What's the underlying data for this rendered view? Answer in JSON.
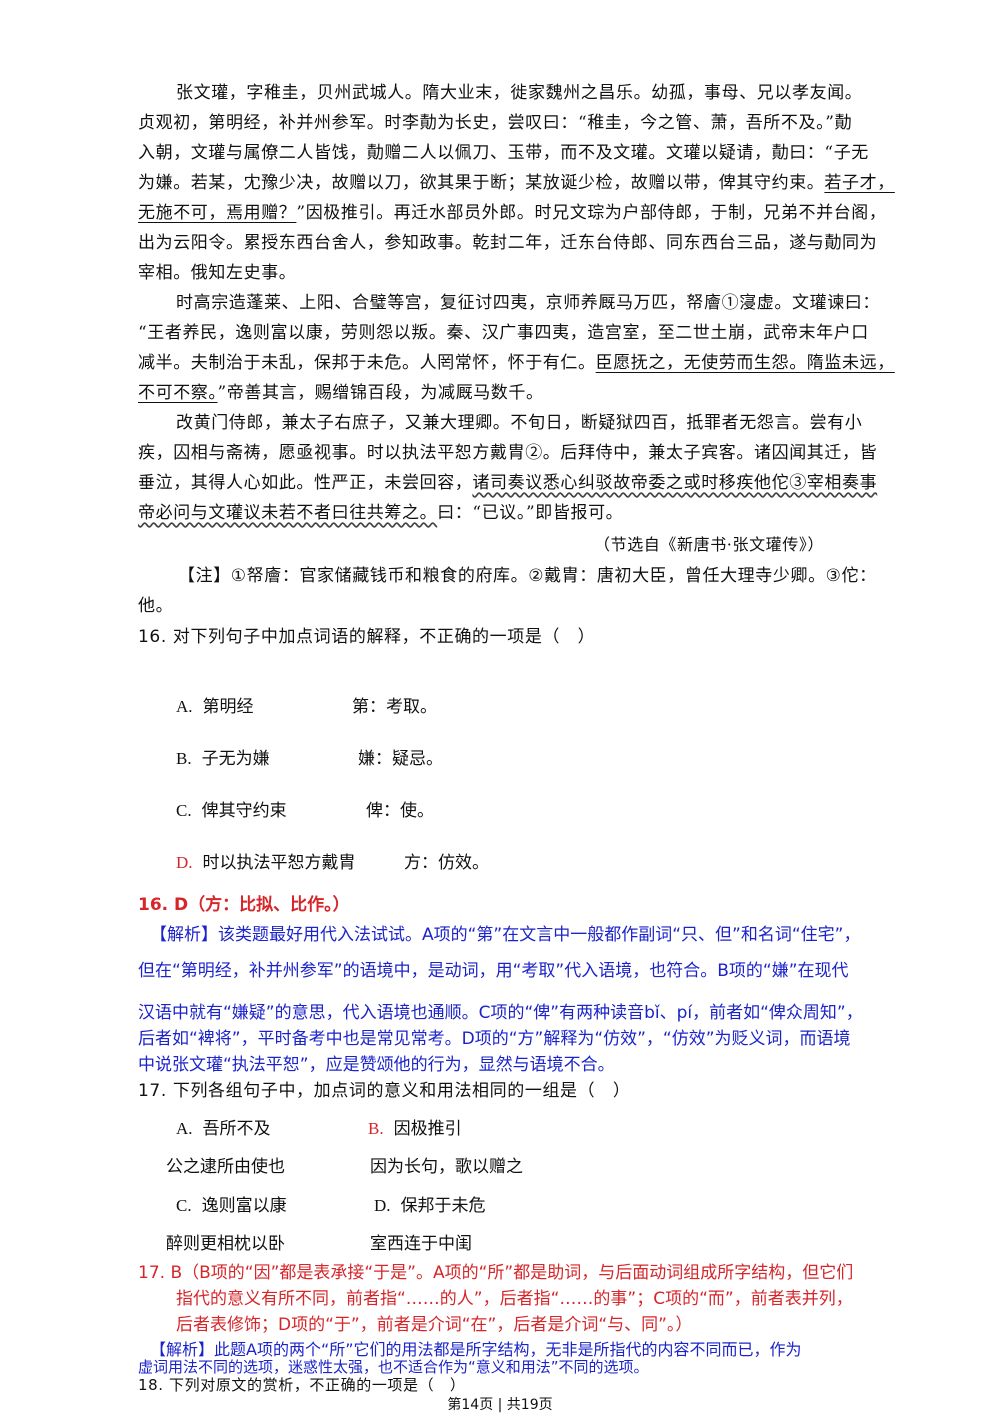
{
  "passage": {
    "l1": "张文瓘，字稚圭，贝州武城人。隋大业末，徙家魏州之昌乐。幼孤，事母、兄以孝友闻。",
    "l2": "贞观初，第明经，补并州参军。时李勣为长史，尝叹曰：“稚圭，今之管、萧，吾所不及。”勣",
    "l3": "入朝，文瓘与属僚二人皆饯，勣赠二人以佩刀、玉带，而不及文瓘。文瓘以疑请，勣曰：“子无",
    "l4": "为嫌。若某，冘豫少决，故赠以刀，欲其果于断；某放诞少检，故赠以带，俾其守约束。",
    "l4u": "若子才，",
    "l5u": "无施不可，焉用赠？",
    "l5": "”因极推引。再迁水部员外郎。时兄文琮为户部侍郎，于制，兄弟不并台阁，",
    "l6": "出为云阳令。累授东西台舍人，参知政事。乾封二年，迁东台侍郎、同东西台三品，遂与勣同为",
    "l7": "宰相。俄知左史事。",
    "l8": "时高宗造蓬莱、上阳、合璧等宫，复征讨四夷，京师养厩马万匹，帑廥①寖虚。文瓘谏曰：",
    "l9": "“王者养民，逸则富以康，劳则怨以叛。秦、汉广事四夷，造宫室，至二世土崩，武帝末年户口",
    "l10": "减半。夫制治于未乱，保邦于未危。人罔常怀，怀于有仁。",
    "l10u": "臣愿抚之，无使劳而生怨。隋监未远，",
    "l11u": "不可不察。",
    "l11": "”帝善其言，赐缯锦百段，为减厩马数千。",
    "l12": "改黄门侍郎，兼太子右庶子，又兼大理卿。不旬日，断疑狱四百，抵罪者无怨言。尝有小",
    "l13": "疾，囚相与斋祷，愿亟视事。时以执法平恕方戴胄②。后拜侍中，兼太子宾客。诸囚闻其迁，皆",
    "l14": "垂泣，其得人心如此。性严正，未尝回容，",
    "l14w": "诸司奏议悉心纠驳故帝委之或时移疾他佗③宰相奏事",
    "l15w": "帝必问与文瓘议未若不者曰往共筹之。",
    "l15": "曰：“已议。”即皆报可。",
    "source": "（节选自《新唐书·张文瓘传》）"
  },
  "note": {
    "l1": "【注】①帑廥：官家储藏钱币和粮食的府库。②戴胄：唐初大臣，曾任大理寺少卿。③佗：",
    "l2": "他。"
  },
  "q16": {
    "stem": "16. 对下列句子中加点词语的解释，不正确的一项是（　）",
    "a_letter": "A.",
    "a_text": "第明经",
    "a_gloss": "第：考取。",
    "b_letter": "B.",
    "b_text": "子无为嫌",
    "b_gloss": "嫌：疑忌。",
    "c_letter": "C.",
    "c_text": "俾其守约束",
    "c_gloss": "俾：使。",
    "d_letter": "D.",
    "d_text": "时以执法平恕方戴胄",
    "d_gloss": "方：仿效。",
    "answer": "16. D（方：比拟、比作。）",
    "e1": "【解析】该类题最好用代入法试试。A项的“第”在文言中一般都作副词“只、但”和名词“住宅”，",
    "e2": "但在“第明经，补并州参军”的语境中，是动词，用“考取”代入语境，也符合。B项的“嫌”在现代",
    "e3": "汉语中就有“嫌疑”的意思，代入语境也通顺。C项的“俾”有两种读音bǐ、pí，前者如“俾众周知”，",
    "e4": "后者如“裨将”，平时备考中也是常见常考。D项的“方”解释为“仿效”，“仿效”为贬义词，而语境",
    "e5": "中说张文瓘“执法平恕”，应是赞颂他的行为，显然与语境不合。"
  },
  "q17": {
    "stem": "17. 下列各组句子中，加点词的意义和用法相同的一组是（　）",
    "a_letter": "A.",
    "a1": "吾所不及",
    "a2": "公之逮所由使也",
    "b_letter": "B.",
    "b1": "因极推引",
    "b2": "因为长句，歌以赠之",
    "c_letter": "C.",
    "c1": "逸则富以康",
    "c2": "醉则更相枕以卧",
    "d_letter": "D.",
    "d1": "保邦于未危",
    "d2": "室西连于中闺",
    "ans1": "17. B（B项的“因”都是表承接“于是”。A项的“所”都是助词，与后面动词组成所字结构，但它们",
    "ans2": "指代的意义有所不同，前者指“……的人”，后者指“……的事”；C项的“而”，前者表并列，",
    "ans3": "后者表修饰；D项的“于”，前者是介词“在”，后者是介词“与、同”。）",
    "e1": "【解析】此题A项的两个“所”它们的用法都是所字结构，无非是所指代的内容不同而已，作为",
    "e2": "虚词用法不同的选项，迷惑性太强，也不适合作为“意义和用法”不同的选项。"
  },
  "q18": {
    "stem": "18. 下列对原文的赏析，不正确的一项是（　）"
  },
  "footer": "第14页 | 共19页"
}
